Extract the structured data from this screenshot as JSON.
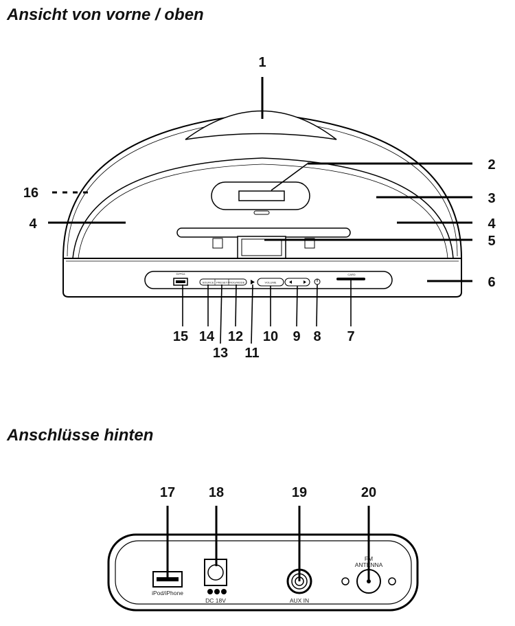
{
  "headings": {
    "front": "Ansicht von vorne / oben",
    "back": "Anschlüsse hinten"
  },
  "callouts": {
    "n1": "1",
    "n2": "2",
    "n3": "3",
    "n4a": "4",
    "n4b": "4",
    "n5": "5",
    "n6": "6",
    "n7": "7",
    "n8": "8",
    "n9": "9",
    "n10": "10",
    "n11": "11",
    "n12": "12",
    "n13": "13",
    "n14": "14",
    "n15": "15",
    "n16": "16",
    "n17": "17",
    "n18": "18",
    "n19": "19",
    "n20": "20"
  },
  "front_panel_labels": {
    "usb": "5V⎓1A",
    "source": "SOURCE",
    "preset": "PRESET",
    "prog": "PROG/MODE",
    "volume": "VOLUME",
    "card": "CARD"
  },
  "rear_labels": {
    "usb": "iPod/iPhone",
    "dc": "DC 18V",
    "aux": "AUX IN",
    "fm": "FM",
    "antenna": "ANTENNA"
  },
  "colors": {
    "line": "#000000",
    "fill": "#ffffff",
    "text": "#111111"
  }
}
